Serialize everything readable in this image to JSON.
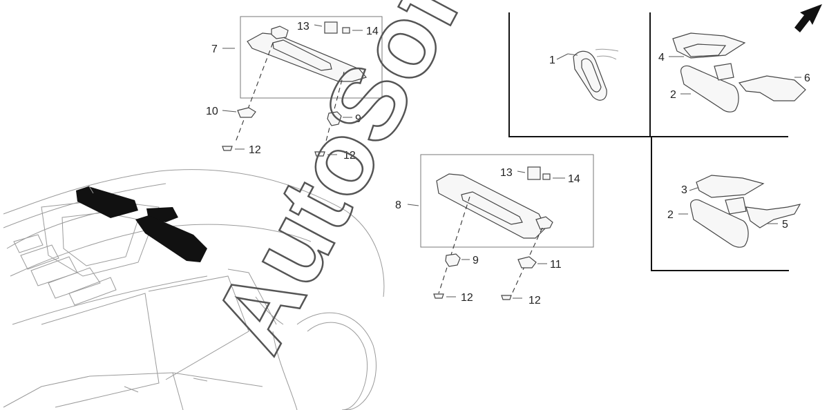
{
  "watermark": "AutoSoft",
  "callouts": {
    "c1": "1",
    "c2a": "2",
    "c2b": "2",
    "c3": "3",
    "c4": "4",
    "c5": "5",
    "c6": "6",
    "c7": "7",
    "c8": "8",
    "c9a": "9",
    "c9b": "9",
    "c10": "10",
    "c11": "11",
    "c12a": "12",
    "c12b": "12",
    "c12c": "12",
    "c12d": "12",
    "c13a": "13",
    "c13b": "13",
    "c14a": "14",
    "c14b": "14"
  },
  "icons": {
    "orientation": "north-east-arrow-icon"
  },
  "colors": {
    "line": "#444444",
    "frame": "#111111",
    "fill": "#f7f7f7",
    "dark": "#111111"
  }
}
